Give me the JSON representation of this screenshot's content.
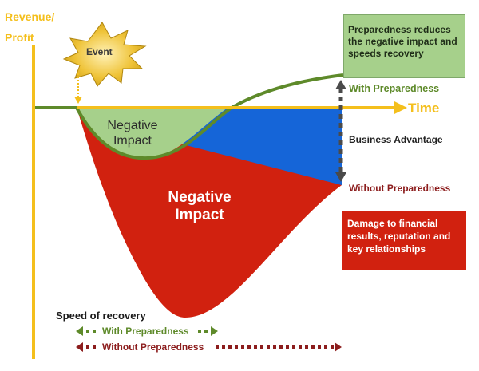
{
  "y_axis_label_line1": "Revenue/",
  "y_axis_label_line2": "Profit",
  "x_axis_label": "Time",
  "event_label": "Event",
  "negative_impact_with_line1": "Negative",
  "negative_impact_with_line2": "Impact",
  "negative_impact_without_line1": "Negative",
  "negative_impact_without_line2": "Impact",
  "with_preparedness_label": "With Preparedness",
  "business_advantage_label": "Business Advantage",
  "without_preparedness_label": "Without Preparedness",
  "green_box_text": "Preparedness reduces the negative impact and speeds recovery",
  "red_box_text": "Damage to financial results, reputation and key relationships",
  "speed_of_recovery_label": "Speed of recovery",
  "speed_with_label": "With Preparedness",
  "speed_without_label": "Without Preparedness",
  "colors": {
    "axis_yellow": "#f4bf1c",
    "with_green": "#5e8a2a",
    "light_green_fill": "#a6d08b",
    "without_red": "#d1210f",
    "advantage_blue": "#1565d8",
    "dark_red": "#8c1d1d",
    "event_gold": "#c99a12"
  }
}
